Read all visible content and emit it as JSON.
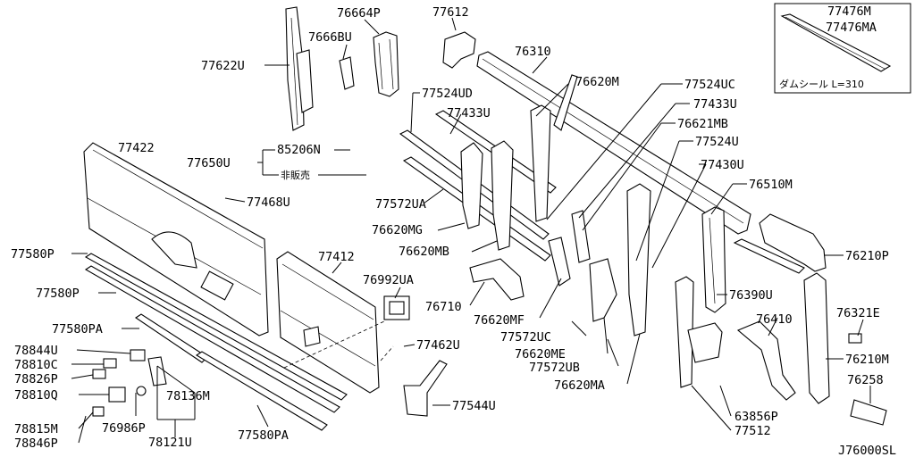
{
  "diagram_id": "J76000SL",
  "labels": [
    {
      "key": "p77622u",
      "text": "77622U"
    },
    {
      "key": "p76664p",
      "text": "76664P"
    },
    {
      "key": "p7666bu",
      "text": "7666BU"
    },
    {
      "key": "p77612",
      "text": "77612"
    },
    {
      "key": "p76310",
      "text": "76310"
    },
    {
      "key": "p76620m",
      "text": "76620M"
    },
    {
      "key": "p77524uc",
      "text": "77524UC"
    },
    {
      "key": "p77433u_r",
      "text": "77433U"
    },
    {
      "key": "p76621mb",
      "text": "76621MB"
    },
    {
      "key": "p77524u",
      "text": "77524U"
    },
    {
      "key": "p77430u",
      "text": "77430U"
    },
    {
      "key": "p76510m",
      "text": "76510M"
    },
    {
      "key": "p77524ud",
      "text": "77524UD"
    },
    {
      "key": "p77433u_l",
      "text": "77433U"
    },
    {
      "key": "p77422",
      "text": "77422"
    },
    {
      "key": "p77650u",
      "text": "77650U"
    },
    {
      "key": "p85206n",
      "text": "85206N"
    },
    {
      "key": "p77468u",
      "text": "77468U"
    },
    {
      "key": "p77572ua",
      "text": "77572UA"
    },
    {
      "key": "p76620mg",
      "text": "76620MG"
    },
    {
      "key": "p76620mb",
      "text": "76620MB"
    },
    {
      "key": "p77580p_1",
      "text": "77580P"
    },
    {
      "key": "p77580p_2",
      "text": "77580P"
    },
    {
      "key": "p77580pa_1",
      "text": "77580PA"
    },
    {
      "key": "p77412",
      "text": "77412"
    },
    {
      "key": "p76992ua",
      "text": "76992UA"
    },
    {
      "key": "p76710",
      "text": "76710"
    },
    {
      "key": "p76620mf",
      "text": "76620MF"
    },
    {
      "key": "p77572uc",
      "text": "77572UC"
    },
    {
      "key": "p76620me",
      "text": "76620ME"
    },
    {
      "key": "p77572ub",
      "text": "77572UB"
    },
    {
      "key": "p76620ma",
      "text": "76620MA"
    },
    {
      "key": "p76390u",
      "text": "76390U"
    },
    {
      "key": "p76210p",
      "text": "76210P"
    },
    {
      "key": "p76410",
      "text": "76410"
    },
    {
      "key": "p76321e",
      "text": "76321E"
    },
    {
      "key": "p76210m",
      "text": "76210M"
    },
    {
      "key": "p76258",
      "text": "76258"
    },
    {
      "key": "p63856p",
      "text": "63856P"
    },
    {
      "key": "p77512",
      "text": "77512"
    },
    {
      "key": "p77462u",
      "text": "77462U"
    },
    {
      "key": "p77544u",
      "text": "77544U"
    },
    {
      "key": "p78844u",
      "text": "78844U"
    },
    {
      "key": "p78810c",
      "text": "78810C"
    },
    {
      "key": "p78826p",
      "text": "78826P"
    },
    {
      "key": "p78810q",
      "text": "78810Q"
    },
    {
      "key": "p78815m",
      "text": "78815M"
    },
    {
      "key": "p78846p",
      "text": "78846P"
    },
    {
      "key": "p76986p",
      "text": "76986P"
    },
    {
      "key": "p78136m",
      "text": "78136M"
    },
    {
      "key": "p78121u",
      "text": "78121U"
    },
    {
      "key": "p77580pa_2",
      "text": "77580PA"
    },
    {
      "key": "p77476m",
      "text": "77476M"
    },
    {
      "key": "p77476ma",
      "text": "77476MA"
    }
  ],
  "notes": {
    "not_for_sale": "非販売",
    "dam_seal": "ダムシール  L=310"
  }
}
